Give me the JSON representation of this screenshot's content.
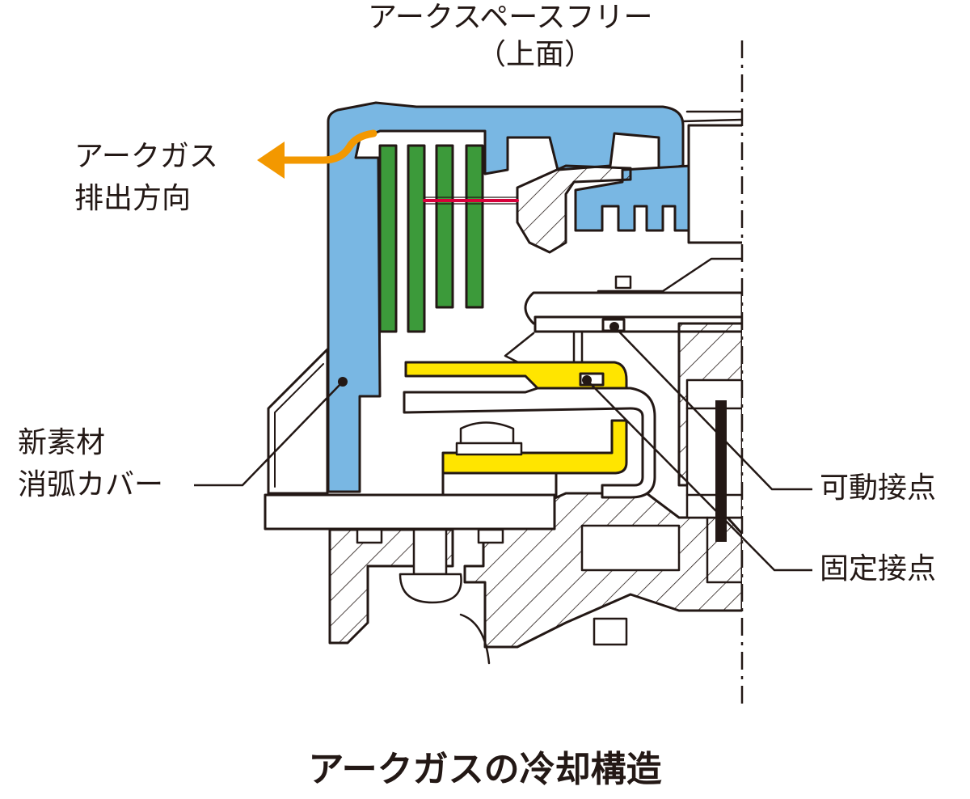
{
  "labels": {
    "top_title": "アークスペースフリー",
    "top_sub": "（上面）",
    "exhaust_line1": "アークガス",
    "exhaust_line2": "排出方向",
    "cover_line1": "新素材",
    "cover_line2": "消弧カバー",
    "movable_contact": "可動接点",
    "fixed_contact": "固定接点"
  },
  "caption": "アークガスの冷却構造",
  "colors": {
    "line": "#231815",
    "cover_blue": "#79b7e3",
    "grid_green": "#3c9a3a",
    "contact_yellow": "#ffe500",
    "arrow_orange": "#f39800",
    "arc_red": "#d7003a"
  }
}
